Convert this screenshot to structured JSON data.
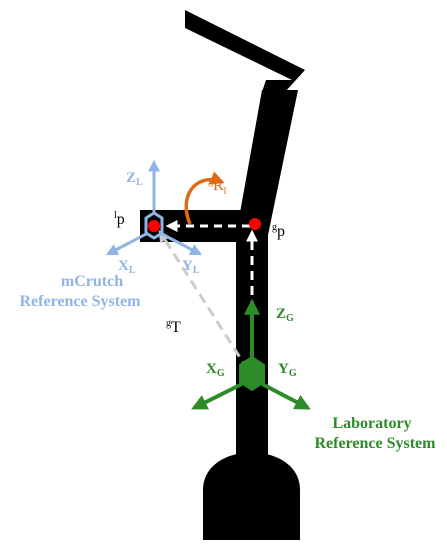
{
  "labels": {
    "ZL": "Z",
    "ZL_sub": "L",
    "XL": "X",
    "XL_sub": "L",
    "YL": "Y",
    "YL_sub": "L",
    "lp_sup": "l",
    "lp_main": "p",
    "gRl_sup": "g",
    "gRl_main": "R",
    "gRl_sub": "l",
    "gp_sup": "g",
    "gp_main": "p",
    "gT_sup": "g",
    "gT_main": "T",
    "ZG": "Z",
    "ZG_sub": "G",
    "XG": "X",
    "XG_sub": "G",
    "YG": "Y",
    "YG_sub": "G",
    "mcrutch_line1": "mCrutch",
    "mcrutch_line2": "Reference System",
    "lab_line1": "Laboratory",
    "lab_line2": "Reference System"
  },
  "colors": {
    "crutch": "#000000",
    "local_frame": "#8fb5e6",
    "global_frame": "#2e8b2a",
    "rotation": "#e06a12",
    "point": "#ff0000",
    "dashed_white": "#ffffff",
    "dashed_gray": "#cccccc"
  }
}
